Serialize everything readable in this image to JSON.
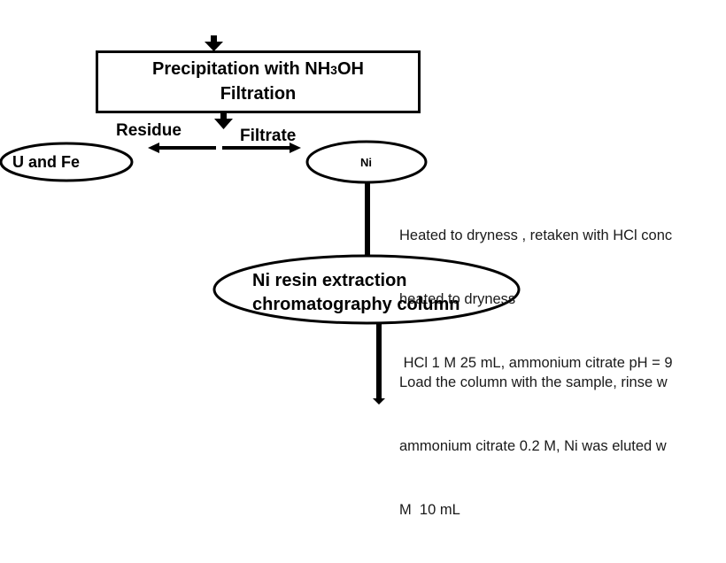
{
  "process_box": {
    "line1_prefix": "Precipitation with NH",
    "line1_sub": "3",
    "line1_suffix": "OH",
    "line2": "Filtration"
  },
  "branches": {
    "residue_label": "Residue",
    "filtrate_label": "Filtrate"
  },
  "nodes": {
    "left_oval": "U and Fe",
    "right_oval": "Ni",
    "resin_oval_line1": "Ni resin extraction",
    "resin_oval_line2": "chromatography column"
  },
  "notes": {
    "step1_line1": "Heated to dryness , retaken with HCl conc",
    "step1_line2": "heated to dryness",
    "step1_line3": " HCl 1 M 25 mL, ammonium citrate pH = 9",
    "step2_line1": "Load the column with the sample, rinse w",
    "step2_line2": "ammonium citrate 0.2 M, Ni was eluted w",
    "step2_line3": "M  10 mL"
  }
}
